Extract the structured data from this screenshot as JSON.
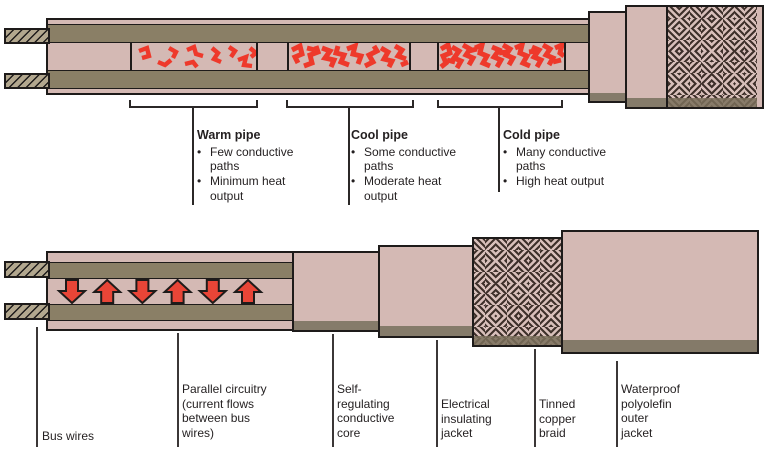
{
  "top_section": {
    "description_zones": [
      {
        "title": "Warm pipe",
        "bullets": [
          [
            "Few conductive",
            "paths"
          ],
          [
            "Minimum heat",
            "output"
          ]
        ]
      },
      {
        "title": "Cool pipe",
        "bullets": [
          [
            "Some conductive",
            "paths"
          ],
          [
            "Moderate heat",
            "output"
          ]
        ]
      },
      {
        "title": "Cold pipe",
        "bullets": [
          [
            "Many conductive",
            "paths"
          ],
          [
            "High heat output"
          ]
        ]
      }
    ],
    "bullet_char": "•"
  },
  "bottom_section": {
    "labels": [
      {
        "text": [
          "Bus wires"
        ]
      },
      {
        "text": [
          "Parallel circuitry",
          "(current flows",
          "between bus",
          "wires)"
        ]
      },
      {
        "text": [
          "Self-",
          "regulating",
          "conductive",
          "core"
        ]
      },
      {
        "text": [
          "Electrical",
          "insulating",
          "jacket"
        ]
      },
      {
        "text": [
          "Tinned",
          "copper",
          "braid"
        ]
      },
      {
        "text": [
          "Waterproof",
          "polyolefin",
          "outer",
          "jacket"
        ]
      }
    ],
    "arrow_directions": [
      "down",
      "up",
      "down",
      "up",
      "down",
      "up"
    ]
  },
  "colors": {
    "body_pink": "#d4b9b4",
    "bus_bar_olive": "#8a7f66",
    "shadow_strip": "#857b6a",
    "conductive_red": "#ee392b",
    "arrow_red": "#e84537",
    "outline_black": "#1e1b1a",
    "stub_tan": "#b2a78e",
    "braid_dark": "#3f312b",
    "braid_light": "#d8bfba"
  }
}
